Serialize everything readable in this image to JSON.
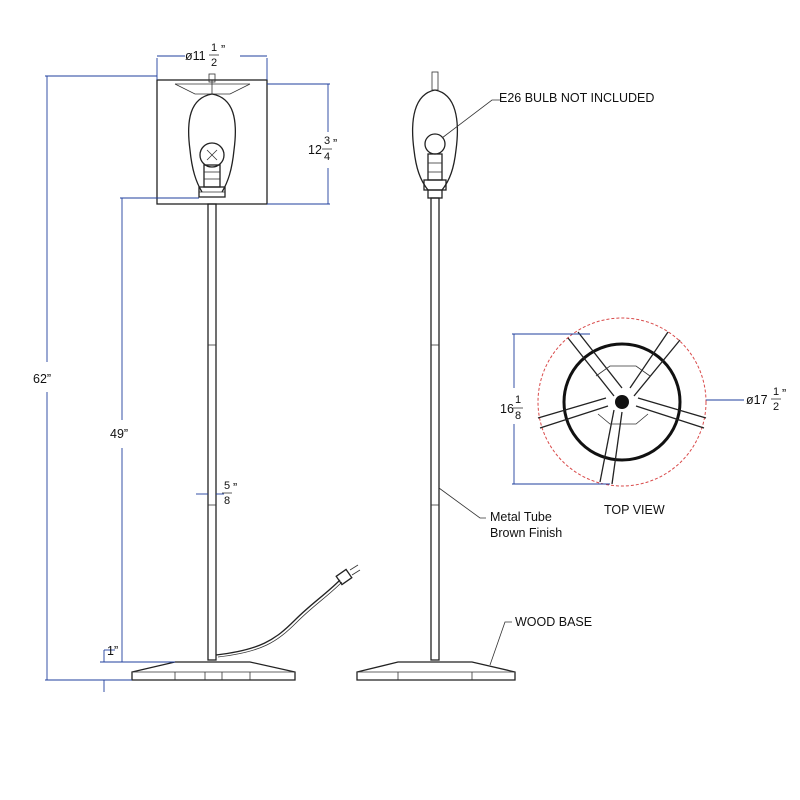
{
  "dimensions": {
    "shade_diameter": {
      "prefix": "ø11",
      "num": "1",
      "den": "2",
      "suffix": "”"
    },
    "shade_height": {
      "prefix": "12",
      "num": "3",
      "den": "4",
      "suffix": "”"
    },
    "overall_height": "62”",
    "socket_height": "49”",
    "tube_diameter": {
      "num": "5",
      "den": "8",
      "suffix": "”"
    },
    "base_height": "1”",
    "base_diameter": {
      "prefix": "ø17",
      "num": "1",
      "den": "2",
      "suffix": "”"
    },
    "top_view_depth": {
      "prefix": "16",
      "num": "1",
      "den": "8"
    }
  },
  "callouts": {
    "bulb": "E26 BULB NOT INCLUDED",
    "tube_line1": "Metal Tube",
    "tube_line2": "Brown Finish",
    "base": "WOOD BASE",
    "top_view": "TOP VIEW"
  },
  "colors": {
    "line": "#222222",
    "dimension": "#1f3f9e",
    "circle_dash": "#d94a4a"
  }
}
